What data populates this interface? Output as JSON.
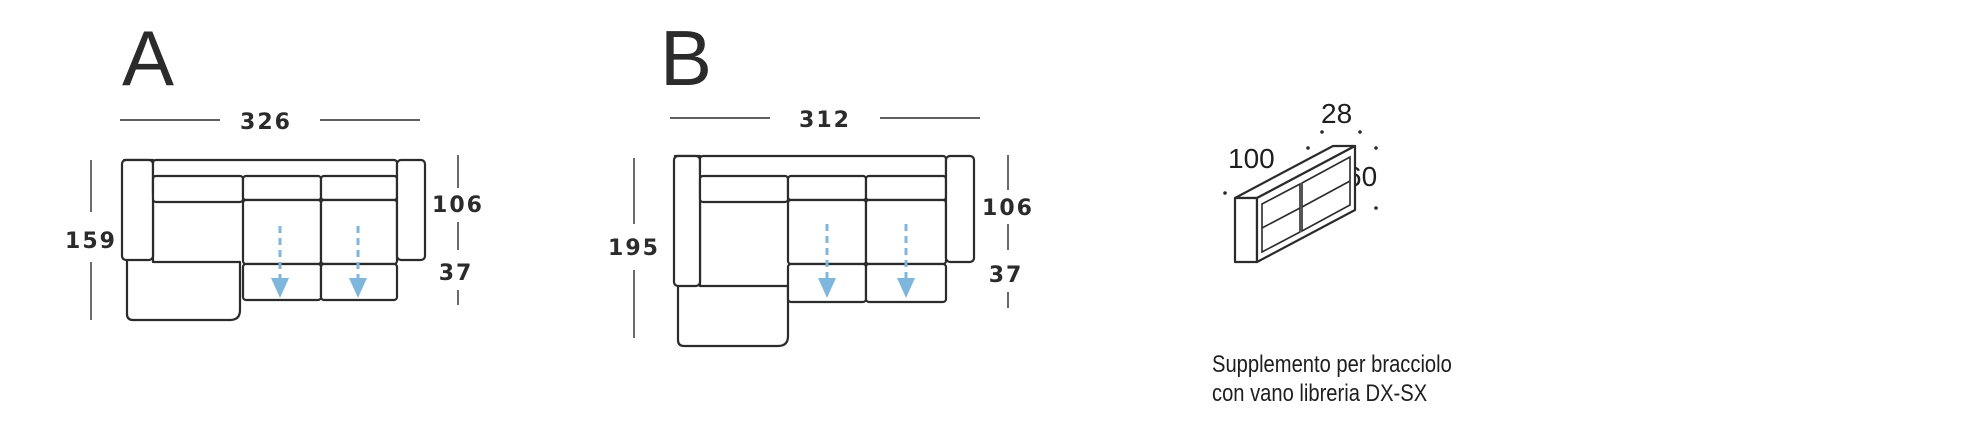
{
  "model_a": {
    "letter": "A",
    "width": "326",
    "depth_total": "159",
    "depth_seat": "106",
    "depth_extension": "37"
  },
  "model_b": {
    "letter": "B",
    "width": "312",
    "depth_total": "195",
    "depth_seat": "106",
    "depth_extension": "37"
  },
  "armrest_module": {
    "length": "100",
    "width": "28",
    "height": "60",
    "caption_line1": "Supplemento per bracciolo",
    "caption_line2": "con vano libreria DX-SX"
  },
  "colors": {
    "line": "#2b2b2b",
    "recliner_arrow": "#7fb6dc"
  }
}
